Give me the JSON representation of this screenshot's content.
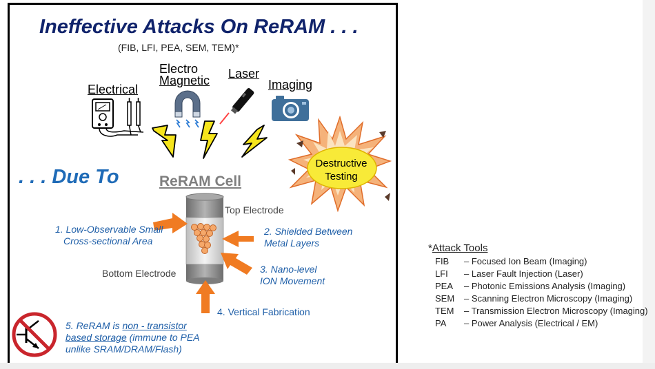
{
  "title": "Ineffective Attacks On ReRAM . . .",
  "subtitle": "(FIB, LFI, PEA, SEM, TEM)*",
  "categories": {
    "electrical": "Electrical",
    "electro_line1": "Electro",
    "electro_line2": "Magnetic",
    "laser": "Laser",
    "imaging": "Imaging"
  },
  "due_to": ". . . Due To",
  "cell_title": "ReRAM Cell",
  "top_electrode": "Top Electrode",
  "bottom_electrode": "Bottom Electrode",
  "burst": {
    "line1": "Destructive",
    "line2": "Testing"
  },
  "reasons": {
    "r1_line1": "1. Low-Observable Small",
    "r1_line2": "Cross-sectional Area",
    "r2_line1": "2. Shielded Between",
    "r2_line2": "Metal Layers",
    "r3_line1": "3. Nano-level",
    "r3_line2": "ION Movement",
    "r4": "4. Vertical Fabrication",
    "r5_prefix": "5. ReRAM is ",
    "r5_link": "non - transistor",
    "r5_line2a": "based storage",
    "r5_line2b": " (immune to PEA",
    "r5_line3": "unlike SRAM/DRAM/Flash)"
  },
  "legend": {
    "star": "*",
    "title": "Attack Tools",
    "rows": [
      {
        "abbr": "FIB",
        "desc": "– Focused Ion Beam (Imaging)"
      },
      {
        "abbr": "LFI",
        "desc": "– Laser Fault Injection (Laser)"
      },
      {
        "abbr": "PEA",
        "desc": "– Photonic Emissions Analysis (Imaging)"
      },
      {
        "abbr": "SEM",
        "desc": "– Scanning Electron Microscopy (Imaging)"
      },
      {
        "abbr": "TEM",
        "desc": "– Transmission Electron Microscopy (Imaging)"
      },
      {
        "abbr": "PA",
        "desc": "– Power Analysis (Electrical / EM)"
      }
    ]
  },
  "colors": {
    "title": "#10236b",
    "accent_blue": "#1f5fa8",
    "arrow_orange": "#f07b22",
    "lightning_yellow": "#f6e51c",
    "burst_yellow": "#ffe066"
  }
}
